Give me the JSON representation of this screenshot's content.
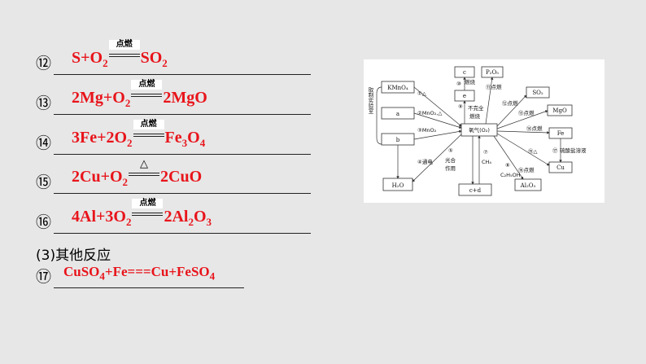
{
  "equations": [
    {
      "num": "⑫",
      "parts": [
        "S+O",
        "2",
        "",
        "SO",
        "2"
      ],
      "cond": "点燃"
    },
    {
      "num": "⑬",
      "parts": [
        "2Mg+O",
        "2",
        "",
        "2MgO",
        ""
      ],
      "cond": "点燃"
    },
    {
      "num": "⑭",
      "parts": [
        "3Fe+2O",
        "2",
        "",
        "Fe",
        "3",
        "O",
        "4"
      ],
      "cond": "点燃"
    },
    {
      "num": "⑮",
      "parts": [
        "2Cu+O",
        "2",
        "",
        "2CuO",
        ""
      ],
      "cond": "△"
    },
    {
      "num": "⑯",
      "parts": [
        "4Al+3O",
        "2",
        "",
        "2Al",
        "2",
        "O",
        "3"
      ],
      "cond": "点燃"
    }
  ],
  "section_heading": "(3)其他反应",
  "last_equation": {
    "num": "⑰",
    "a": "CuSO",
    "a_sub": "4",
    "b": "+Fe===Cu+FeSO",
    "b_sub": "4"
  },
  "diagram": {
    "center": "氧气(O₂)",
    "side_label": "取制实验室",
    "boxes": {
      "kmno4": "KMnO₄",
      "a": "a",
      "b": "b",
      "h2o": "H₂O",
      "c": "c",
      "p2o5": "P₂O₅",
      "e": "e",
      "so2": "SO₂",
      "mgo": "MgO",
      "fe": "Fe",
      "cu": "Cu",
      "al2o3": "Al₂O₃",
      "cd": "c+d"
    },
    "labels": {
      "l1": "①△",
      "l2": "②MnO₂,△",
      "l3": "③MnO₂",
      "l4": "④通电",
      "l5": "⑤",
      "l5b": "光合",
      "l5c": "作用",
      "l7": "⑦",
      "l7b": "CH₄",
      "l8": "⑧",
      "l8b": "C₂H₅OH",
      "l9": "⑨",
      "l9b": "不完全",
      "l9c": "燃烧",
      "l10": "⑩",
      "l10b": "燃烧",
      "l11": "⑪点燃",
      "l12": "⑫点燃",
      "l13": "⑬点燃",
      "l14": "⑭点燃",
      "l15": "⑮△",
      "l16": "⑯点燃",
      "l17": "⑰",
      "l17b": "硫酸盐溶液"
    }
  },
  "colors": {
    "accent": "#e8141b",
    "background": "#e7e7e7"
  }
}
